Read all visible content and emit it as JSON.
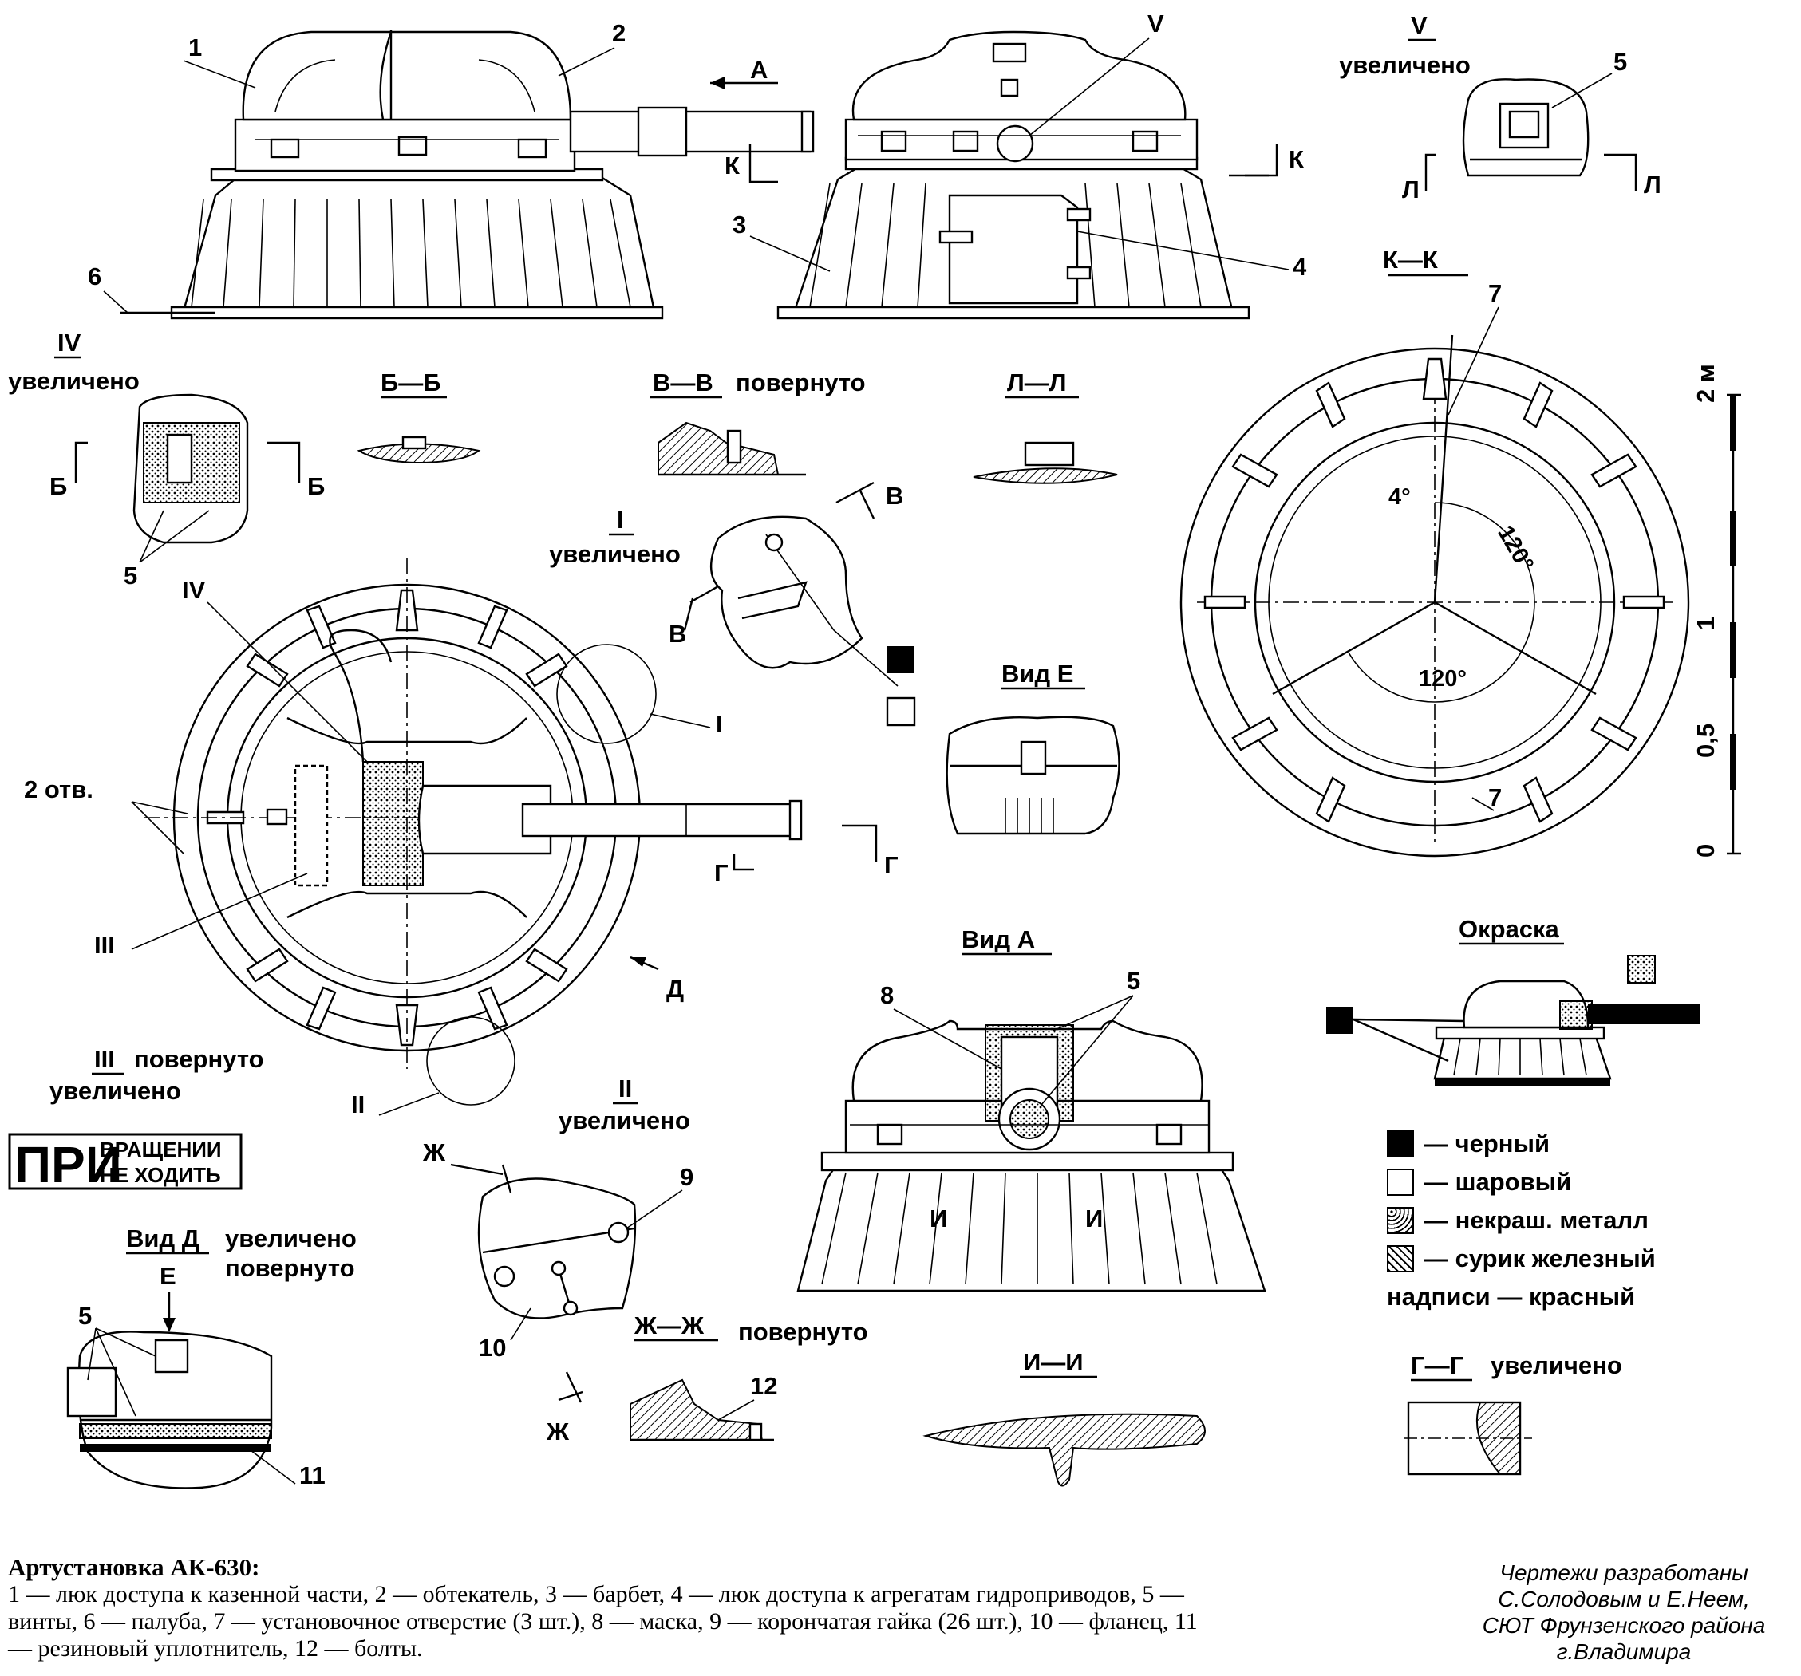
{
  "labels": {
    "n1": "1",
    "n2": "2",
    "n3": "3",
    "n4": "4",
    "n5": "5",
    "n6": "6",
    "n7": "7",
    "n8": "8",
    "n9": "9",
    "n10": "10",
    "n11": "11",
    "n12": "12",
    "V": "V",
    "K": "К",
    "A": "А",
    "V_enl_title": "V",
    "V_enl_sub": "увеличено",
    "L": "Л",
    "KK": "К—К",
    "IV_title": "IV",
    "IV_sub": "увеличено",
    "B": "Б",
    "BB": "Б—Б",
    "VV": "В—В",
    "VV_sub": "повернуто",
    "LL": "Л—Л",
    "I_title": "I",
    "I_sub": "увеличено",
    "Vv": "В",
    "IV": "IV",
    "I": "I",
    "III": "III",
    "II": "II",
    "two_holes": "2 отв.",
    "G": "Г",
    "D": "Д",
    "vidE": "Вид Е",
    "vidA": "Вид А",
    "III_enl_a": "III",
    "III_enl_b": "повернуто",
    "III_enl_c": "увеличено",
    "II_enl_a": "II",
    "II_enl_b": "увеличено",
    "Zh": "Ж",
    "ZhZh": "Ж—Ж",
    "ZhZh_sub": "повернуто",
    "II_cut": "И—И",
    "I_mark": "И",
    "vidD": "Вид Д",
    "vidD_b": "увеличено",
    "vidD_c": "повернуто",
    "E": "Е",
    "GG": "Г—Г",
    "GG_sub": "увеличено",
    "angle4": "4°",
    "angle120a": "120°",
    "angle120b": "120°",
    "scale_2m": "2 м",
    "scale_1": "1",
    "scale_05": "0,5",
    "scale_0": "0",
    "paint_title": "Окраска"
  },
  "warning_sign": {
    "line1": "ВРАЩЕНИИ",
    "line2": "НЕ ХОДИТЬ",
    "prefix": "ПРИ"
  },
  "legend": [
    {
      "swatch": "black",
      "text": "— черный"
    },
    {
      "swatch": "white",
      "text": "— шаровый"
    },
    {
      "swatch": "dots",
      "text": "— некраш. металл"
    },
    {
      "swatch": "hatch",
      "text": "— сурик железный"
    }
  ],
  "legend_extra": "надписи — красный",
  "caption": {
    "title": "Артустановка АК-630:",
    "body": "1 — люк доступа к казенной части, 2 — обтекатель, 3 — барбет, 4 — люк доступа к агрегатам гидроприводов, 5 — винты, 6 — палуба, 7 — установочное отверстие (3 шт.), 8 — маска, 9 — корончатая гайка (26 шт.), 10 — фланец, 11 — резиновый уплотнитель, 12 — болты."
  },
  "credits": [
    "Чертежи разработаны",
    "С.Солодовым и Е.Неем,",
    "СЮТ Фрунзенского района",
    "г.Владимира"
  ]
}
